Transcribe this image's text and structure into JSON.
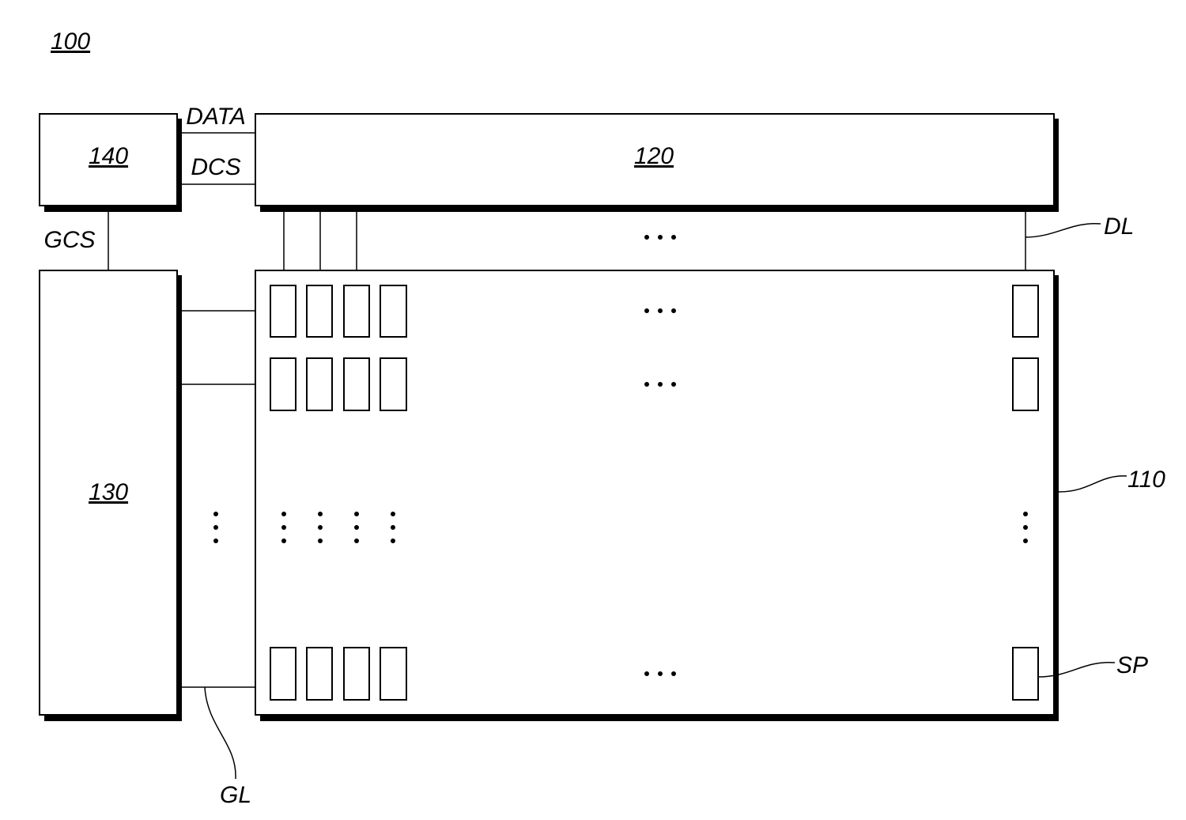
{
  "figure": {
    "ref": "100",
    "blocks": {
      "controller": "140",
      "data_driver": "120",
      "gate_driver": "130",
      "panel": "110"
    },
    "signals": {
      "data": "DATA",
      "dcs": "DCS",
      "gcs": "GCS"
    },
    "leaders": {
      "data_line": "DL",
      "gate_line": "GL",
      "subpixel": "SP"
    }
  }
}
